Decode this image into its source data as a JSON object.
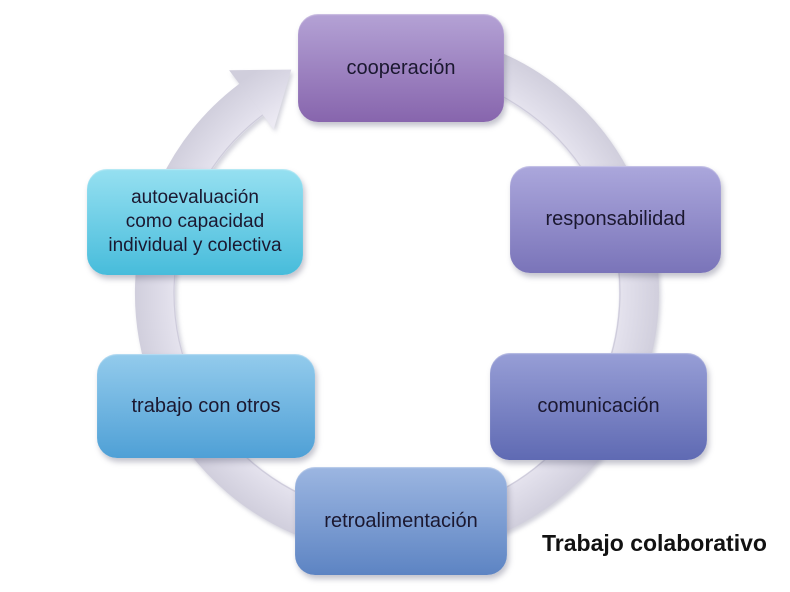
{
  "diagram": {
    "type": "cycle",
    "title": "Trabajo colaborativo",
    "ring": {
      "direction": "clockwise",
      "color": "#dcdae7",
      "color_inner_light": "#eceaf3",
      "color_outer_dark": "#d0cedc",
      "seam_color": "#c8c6d6"
    },
    "text_color": "#1b1830",
    "nodes": [
      {
        "label": "cooperación",
        "color_top": "#b4a2d5",
        "color_bottom": "#8765ad"
      },
      {
        "label": "responsabilidad",
        "color_top": "#aba7dc",
        "color_bottom": "#7a74b9"
      },
      {
        "label": "comunicación",
        "color_top": "#979ed6",
        "color_bottom": "#5f6ab3"
      },
      {
        "label": "retroalimentación",
        "color_top": "#9cb6e1",
        "color_bottom": "#5d84c3"
      },
      {
        "label": "trabajo con otros",
        "color_top": "#93cbec",
        "color_bottom": "#4fa0d6"
      },
      {
        "label": "autoevaluación\ncomo capacidad\nindividual y colectiva",
        "color_top": "#96e0f1",
        "color_bottom": "#47bcdb"
      }
    ]
  }
}
